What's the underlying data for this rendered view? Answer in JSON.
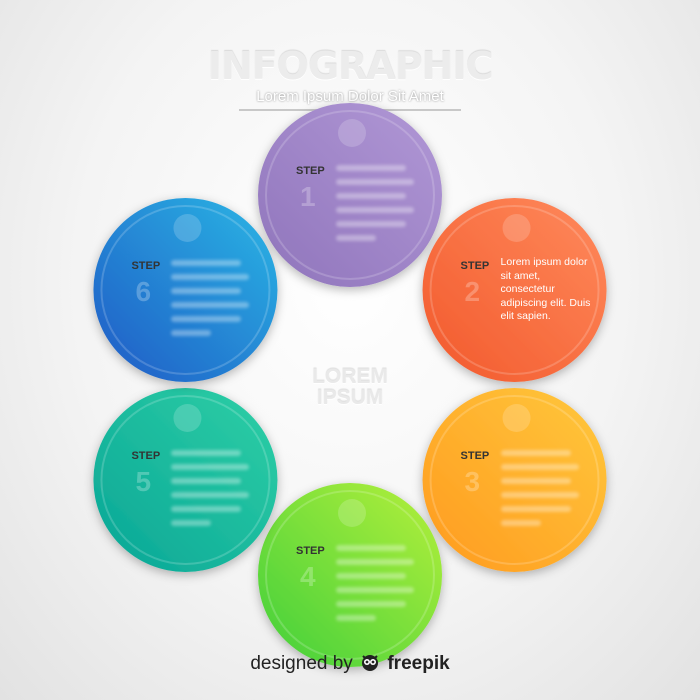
{
  "header": {
    "title": "INFOGRAPHIC",
    "subtitle": "Lorem Ipsum Dolor Sit Amet"
  },
  "center": {
    "line1": "LOREM",
    "line2": "IPSUM"
  },
  "steps": [
    {
      "word": "STEP",
      "number": "1",
      "color_from": "#8f74bb",
      "color_to": "#b198d6",
      "icon": "gear-icon",
      "text": ""
    },
    {
      "word": "STEP",
      "number": "2",
      "color_from": "#f2592c",
      "color_to": "#ff8a5c",
      "icon": "pencil-icon",
      "text": "Lorem ipsum dolor sit amet, consectetur adipiscing elit. Duis elit sapien."
    },
    {
      "word": "STEP",
      "number": "3",
      "color_from": "#ff9a1f",
      "color_to": "#ffc83c",
      "icon": "chart-icon",
      "text": ""
    },
    {
      "word": "STEP",
      "number": "4",
      "color_from": "#3fcf3a",
      "color_to": "#b6f03a",
      "icon": "target-icon",
      "text": ""
    },
    {
      "word": "STEP",
      "number": "5",
      "color_from": "#08a596",
      "color_to": "#2fd0a6",
      "icon": "chat-icon",
      "text": ""
    },
    {
      "word": "STEP",
      "number": "6",
      "color_from": "#1f59c5",
      "color_to": "#2bb7e5",
      "icon": "clipboard-icon",
      "text": ""
    }
  ],
  "footer": {
    "prefix": "designed by",
    "brand": "freepik"
  }
}
